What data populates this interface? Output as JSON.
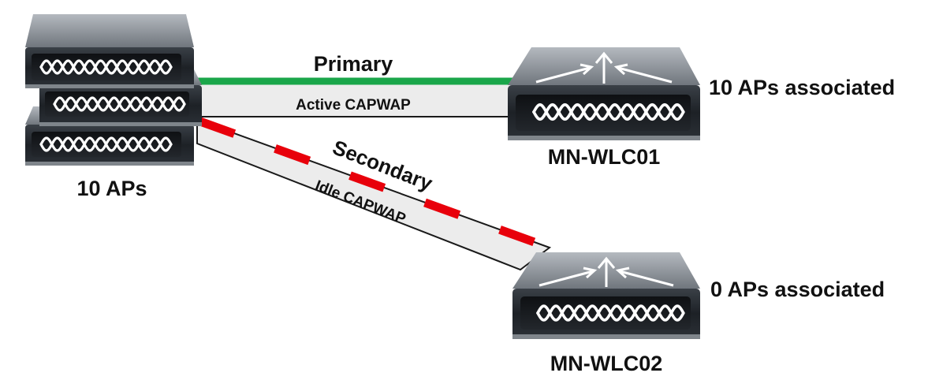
{
  "colors": {
    "primary_link": "#1aa64a",
    "secondary_link": "#e8000b",
    "tunnel_fill": "#ececec",
    "device_body": "#22262b",
    "device_top": "#8e949b"
  },
  "access_points": {
    "label": "10 APs",
    "icon": "access-point-icon"
  },
  "links": {
    "primary_label": "Primary",
    "active_tunnel_label": "Active CAPWAP",
    "secondary_label": "Secondary",
    "idle_tunnel_label": "Idle CAPWAP"
  },
  "controllers": [
    {
      "name": "MN-WLC01",
      "status": "10 APs associated",
      "icon": "wireless-controller-icon"
    },
    {
      "name": "MN-WLC02",
      "status": "0 APs associated",
      "icon": "wireless-controller-icon"
    }
  ]
}
